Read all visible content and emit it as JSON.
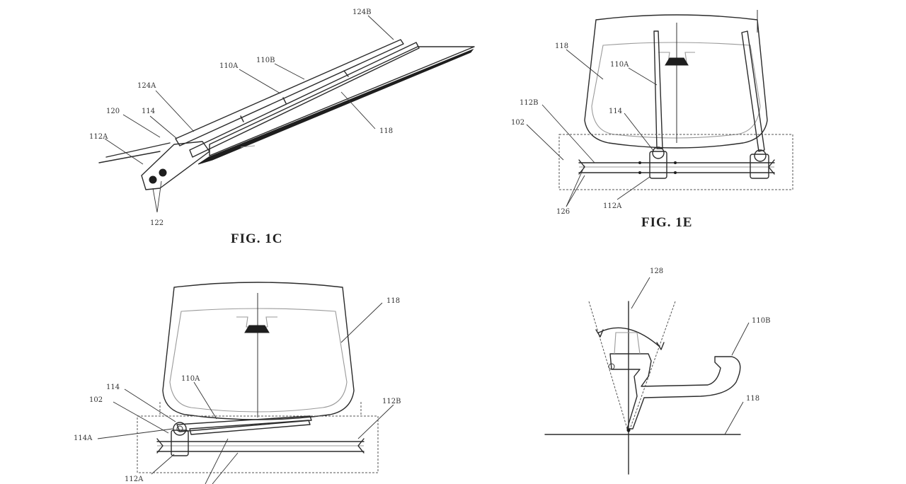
{
  "figures": {
    "fig_1c": {
      "caption": "FIG. 1C",
      "refs": {
        "r124b": "124B",
        "r110b": "110B",
        "r110a": "110A",
        "r124a": "124A",
        "r120": "120",
        "r114": "114",
        "r112a": "112A",
        "r118": "118",
        "r122": "122"
      }
    },
    "fig_1e": {
      "caption": "FIG. 1E",
      "refs": {
        "r118": "118",
        "r110a": "110A",
        "r112b": "112B",
        "r102": "102",
        "r114": "114",
        "r126": "126",
        "r112a": "112A"
      }
    },
    "fig_1d": {
      "refs": {
        "r118": "118",
        "r110a": "110A",
        "r114": "114",
        "r102": "102",
        "r112b": "112B",
        "r114a": "114A",
        "r112a": "112A"
      }
    },
    "fig_1f": {
      "refs": {
        "r128": "128",
        "r110b": "110B",
        "r118": "118"
      }
    }
  }
}
